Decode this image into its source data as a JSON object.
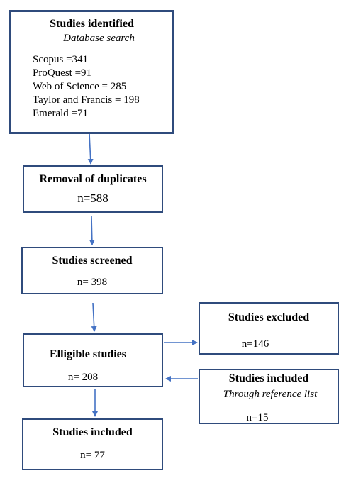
{
  "identified": {
    "title": "Studies identified",
    "subtitle": "Database search",
    "sources": [
      {
        "label": "Scopus =341"
      },
      {
        "label": "ProQuest =91"
      },
      {
        "label": "Web of Science = 285"
      },
      {
        "label": "Taylor and Francis = 198"
      },
      {
        "label": "Emerald =71"
      }
    ]
  },
  "duplicates": {
    "title": "Removal of duplicates",
    "count": "n=588"
  },
  "screened": {
    "title": "Studies screened",
    "count": "n= 398"
  },
  "eligible": {
    "title": "Elligible studies",
    "count": "n= 208"
  },
  "excluded": {
    "title": "Studies excluded",
    "count": "n=146"
  },
  "reference": {
    "title": "Studies included",
    "subtitle": "Through reference list",
    "count": "n=15"
  },
  "included": {
    "title": "Studies included",
    "count": "n= 77"
  },
  "colors": {
    "box_border": "#2F4B7C",
    "arrow": "#4472C4"
  }
}
